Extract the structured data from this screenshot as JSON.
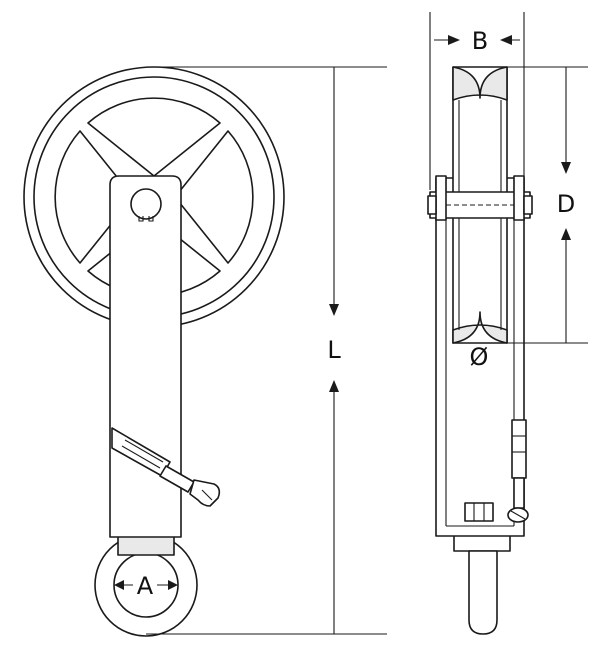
{
  "labels": {
    "A": "A",
    "B": "B",
    "D": "D",
    "L": "L",
    "diameter": "Ø"
  },
  "colors": {
    "line": "#1a1a1a",
    "shade": "#e9e9e9",
    "background": "#ffffff"
  }
}
